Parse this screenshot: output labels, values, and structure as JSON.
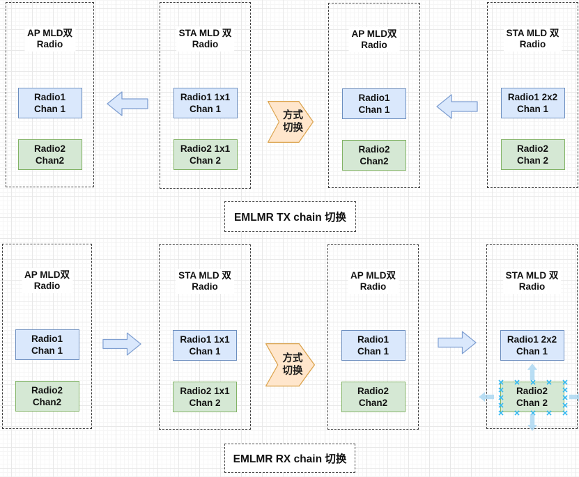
{
  "captions": {
    "tx": "EMLMR TX chain 切换",
    "rx": "EMLMR RX chain 切换"
  },
  "connector": {
    "line1": "方式",
    "line2": "切换"
  },
  "tx": {
    "nodes": [
      {
        "title_line1": "AP MLD双",
        "title_line2": "Radio",
        "radio1_line1": "Radio1",
        "radio1_line2": "Chan 1",
        "radio2_line1": "Radio2",
        "radio2_line2": "Chan2"
      },
      {
        "title_line1": "STA MLD 双",
        "title_line2": "Radio",
        "radio1_line1": "Radio1 1x1",
        "radio1_line2": "Chan 1",
        "radio2_line1": "Radio2 1x1",
        "radio2_line2": "Chan 2"
      },
      {
        "title_line1": "AP MLD双",
        "title_line2": "Radio",
        "radio1_line1": "Radio1",
        "radio1_line2": "Chan 1",
        "radio2_line1": "Radio2",
        "radio2_line2": "Chan2"
      },
      {
        "title_line1": "STA MLD 双",
        "title_line2": "Radio",
        "radio1_line1": "Radio1 2x2",
        "radio1_line2": "Chan 1",
        "radio2_line1": "Radio2",
        "radio2_line2": "Chan 2"
      }
    ]
  },
  "rx": {
    "nodes": [
      {
        "title_line1": "AP MLD双",
        "title_line2": "Radio",
        "radio1_line1": "Radio1",
        "radio1_line2": "Chan 1",
        "radio2_line1": "Radio2",
        "radio2_line2": "Chan2"
      },
      {
        "title_line1": "STA MLD 双",
        "title_line2": "Radio",
        "radio1_line1": "Radio1 1x1",
        "radio1_line2": "Chan 1",
        "radio2_line1": "Radio2 1x1",
        "radio2_line2": "Chan 2"
      },
      {
        "title_line1": "AP MLD双",
        "title_line2": "Radio",
        "radio1_line1": "Radio1",
        "radio1_line2": "Chan 1",
        "radio2_line1": "Radio2",
        "radio2_line2": "Chan2"
      },
      {
        "title_line1": "STA MLD 双",
        "title_line2": "Radio",
        "radio1_line1": "Radio1 2x2",
        "radio1_line2": "Chan 1",
        "radio2_line1": "Radio2",
        "radio2_line2": "Chan 2"
      }
    ]
  },
  "palette": {
    "radio1_fill": "#dae8fc",
    "radio1_stroke": "#6c8ebf",
    "radio2_fill": "#d5e8d4",
    "radio2_stroke": "#82b366",
    "step_fill": "#ffe6cc",
    "step_stroke": "#dba34d",
    "flow_arrow_fill": "#dae8fc",
    "flow_arrow_stroke": "#7f9fd1",
    "selection_handle": "#36b9f2",
    "direction_arrow": "#a8d6f2"
  }
}
